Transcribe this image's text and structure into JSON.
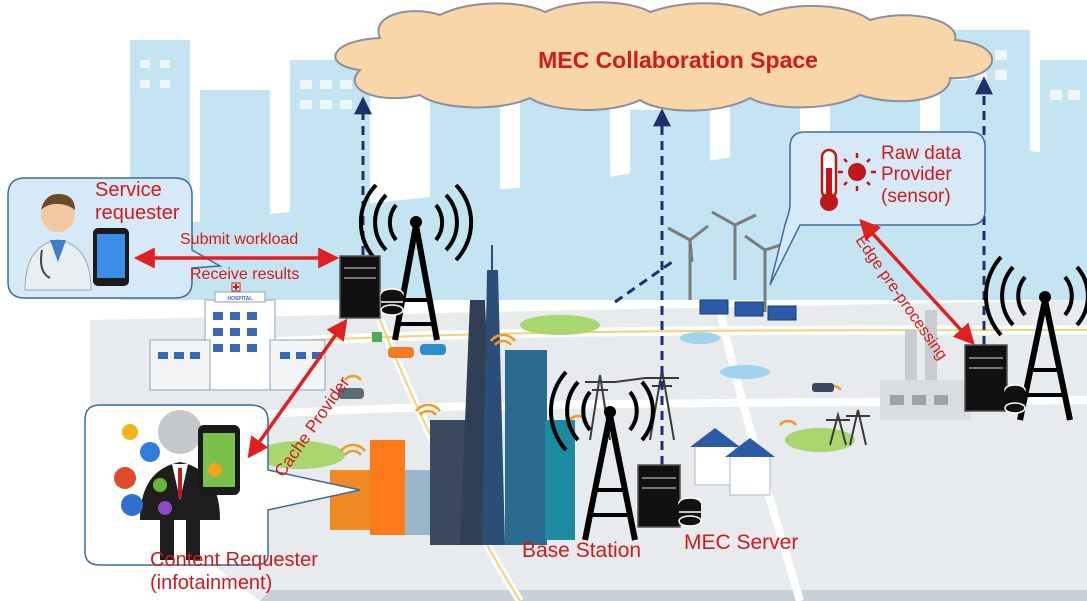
{
  "cloud": {
    "title": "MEC Collaboration Space"
  },
  "service_requester": {
    "line1": "Service",
    "line2": "requester"
  },
  "links": {
    "submit": "Submit workload",
    "receive": "Receive results",
    "cache": "Cache Provider",
    "edge": "Edge pre-processing"
  },
  "raw_data": {
    "line1": "Raw data",
    "line2": "Provider",
    "line3": "(sensor)"
  },
  "content_requester": {
    "line1": "Content Requester",
    "line2": "(infotainment)"
  },
  "base_station": "Base Station",
  "mec_server": "MEC Server",
  "hospital_sign": "HOSPITAL",
  "colors": {
    "label_red": "#d21a1a",
    "link_red": "#e02020",
    "dash_navy": "#1f2f6b",
    "sky": "#b7e0ef",
    "map": "#e7ebee"
  }
}
